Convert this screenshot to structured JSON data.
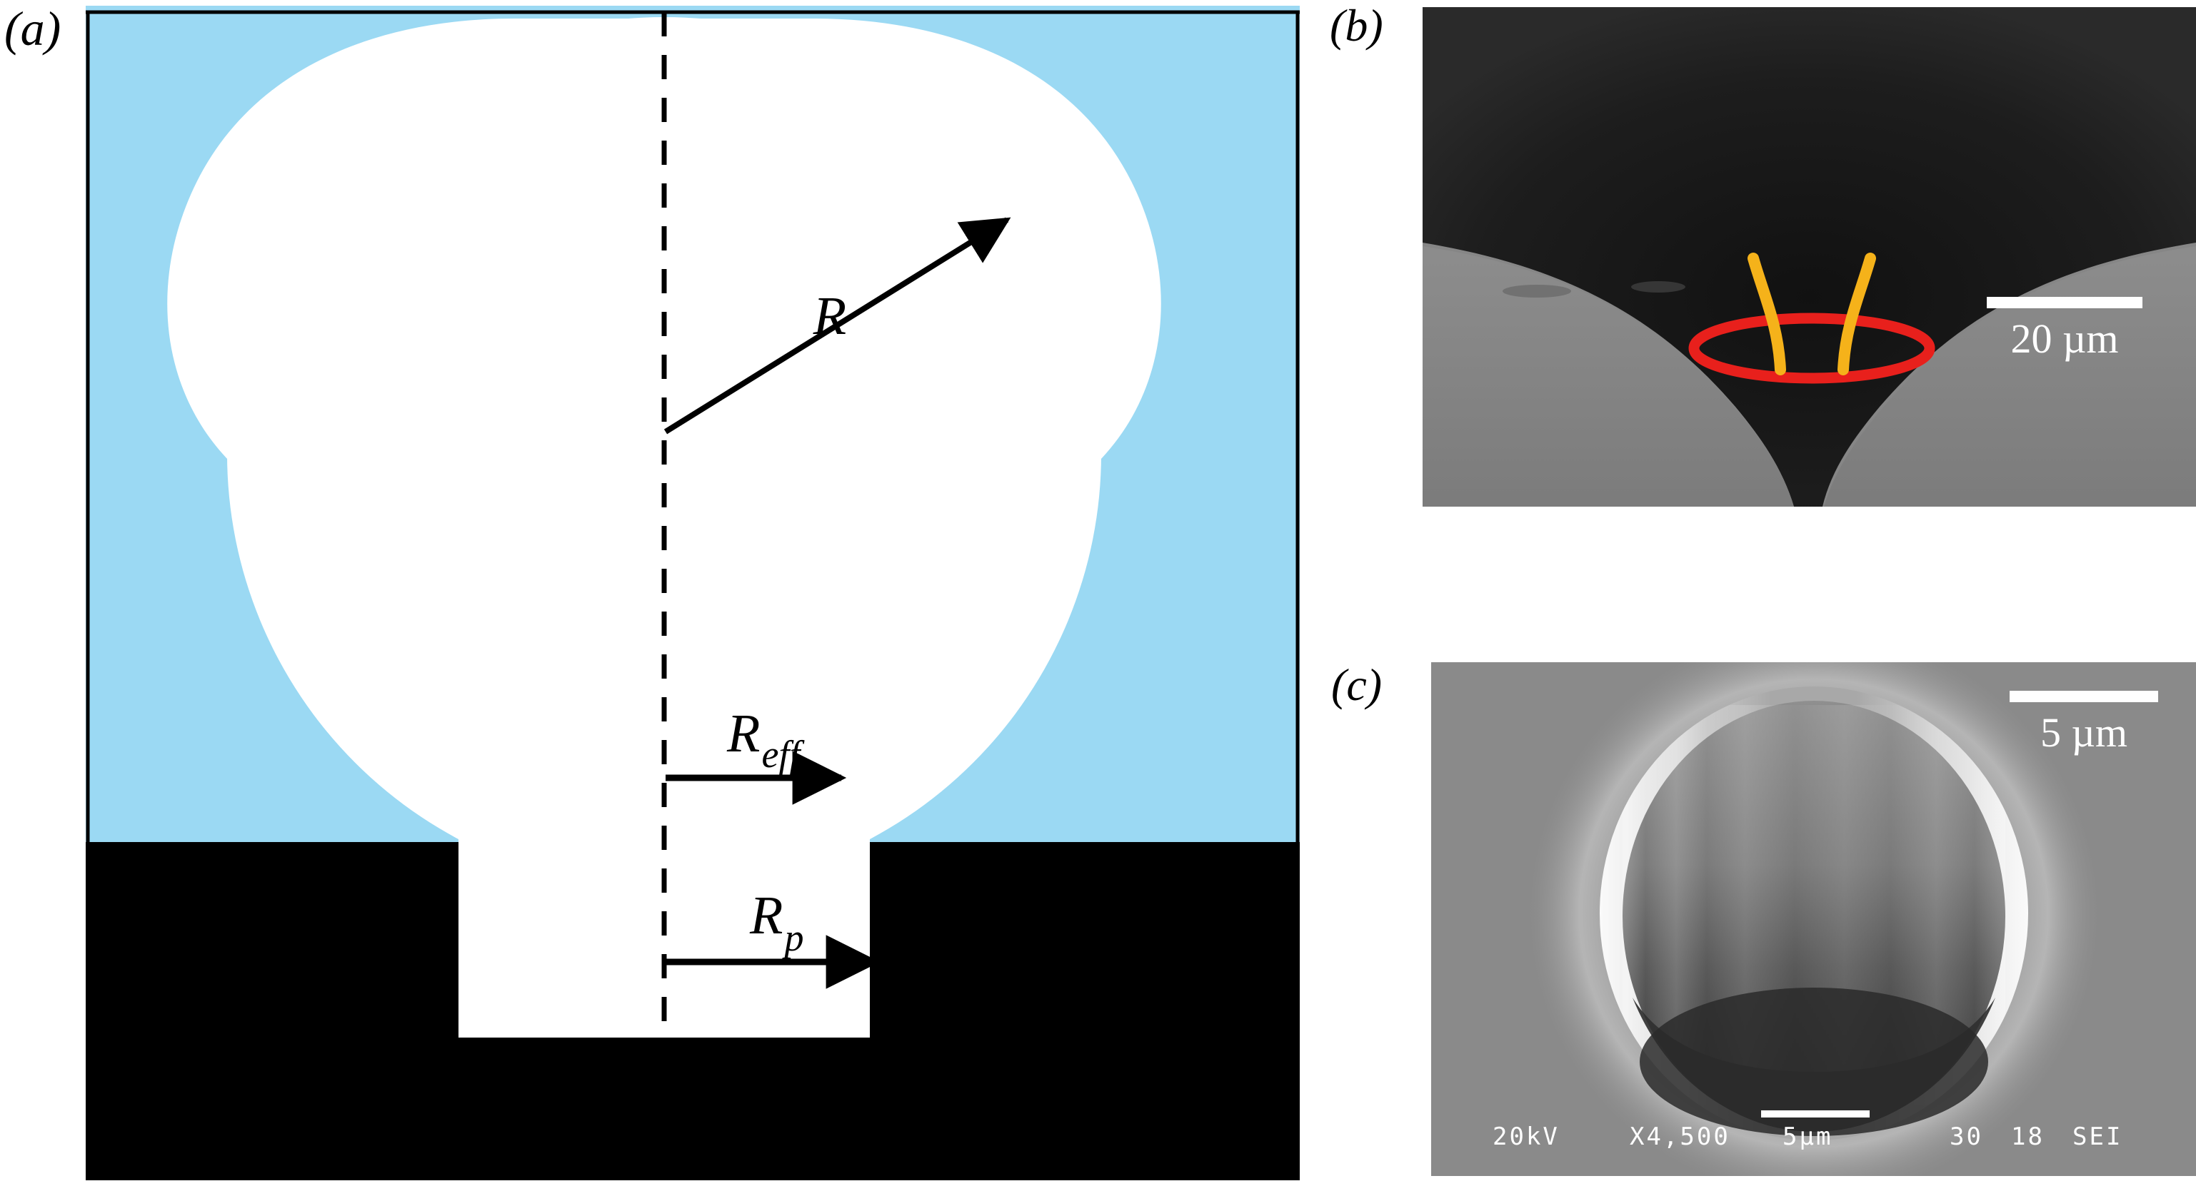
{
  "figure": {
    "background_color": "#ffffff",
    "panels": [
      {
        "id": "a",
        "label": "(a)",
        "type": "schematic",
        "description": "Cross-sectional schematic of a bubble pinned at a cylindrical pore",
        "colors": {
          "liquid": "#9bd9f3",
          "solid": "#000000",
          "gas": "#ffffff",
          "border": "#000000",
          "annotation": "#000000"
        },
        "annotations": [
          {
            "name": "radius-of-curvature",
            "label": "R",
            "subscript": "",
            "arrow": "diagonal-up-right"
          },
          {
            "name": "effective-radius",
            "label": "R",
            "subscript": "eff",
            "arrow": "horizontal-right"
          },
          {
            "name": "pore-radius",
            "label": "R",
            "subscript": "p",
            "arrow": "horizontal-right"
          }
        ],
        "symmetry_axis": "dashed-vertical-centerline"
      },
      {
        "id": "b",
        "label": "(b)",
        "type": "micrograph",
        "description": "Grayscale micrograph of the pore mouth with overlaid contact line and meniscus traces",
        "overlays": [
          {
            "name": "contact-line-ellipse",
            "color": "#e8201c",
            "shape": "ellipse"
          },
          {
            "name": "meniscus-trace-left",
            "color": "#f5b21a",
            "shape": "curve"
          },
          {
            "name": "meniscus-trace-right",
            "color": "#f5b21a",
            "shape": "curve"
          }
        ],
        "scale_bar": {
          "length_label": "20 µm",
          "color": "#ffffff"
        }
      },
      {
        "id": "c",
        "label": "(c)",
        "type": "sem-image",
        "description": "SEM micrograph of a single cylindrical micropore viewed at a tilt",
        "scale_bar": {
          "length_label": "5 µm",
          "color": "#ffffff"
        },
        "sem_overlay": {
          "accelerating_voltage": "20kV",
          "magnification": "X4,500",
          "scale_marker": "5µm",
          "working_distance": "30",
          "frame_number": "18",
          "detector": "SEI"
        }
      }
    ]
  }
}
